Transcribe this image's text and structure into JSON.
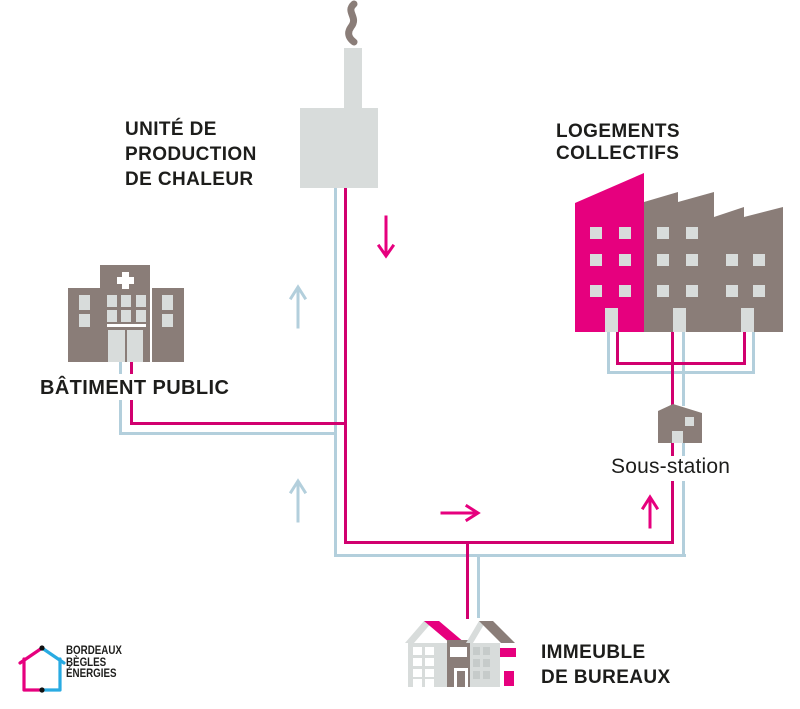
{
  "colors": {
    "pink": "#e6007e",
    "pink_line": "#d1006f",
    "blue": "#b3cfdc",
    "taupe": "#8a7d78",
    "light_gray": "#d8dcdb",
    "text": "#1d1d1b"
  },
  "labels": {
    "production_unit": {
      "lines": [
        "UNITÉ DE",
        "PRODUCTION",
        "DE CHALEUR"
      ]
    },
    "collective_housing": {
      "text": "LOGEMENTS COLLECTIFS"
    },
    "public_building": {
      "text": "BÂTIMENT PUBLIC"
    },
    "substation": {
      "text": "Sous-station"
    },
    "office_building": {
      "lines": [
        "IMMEUBLE",
        "DE BUREAUX"
      ]
    }
  },
  "logo": {
    "lines": [
      "BORDEAUX",
      "BÈGLES",
      "ÉNERGIES"
    ]
  }
}
